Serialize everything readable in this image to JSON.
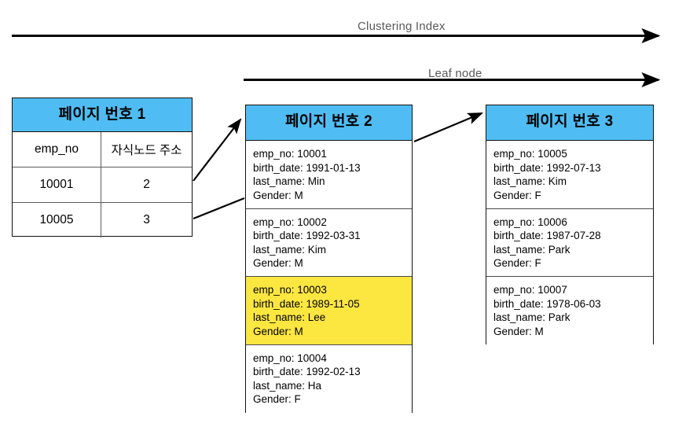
{
  "diagram": {
    "title_axes": {
      "clustering_index": "Clustering Index",
      "leaf_node": "Leaf node"
    },
    "colors": {
      "header_blue": "#4FBDF3",
      "highlight_yellow": "#FCE640",
      "axis_label_gray": "#595959",
      "arrow_black": "#000000"
    }
  },
  "page1": {
    "header": "페이지 번호 1",
    "columns": [
      "emp_no",
      "자식노드 주소"
    ],
    "rows": [
      {
        "emp_no": "10001",
        "child_node_address": "2"
      },
      {
        "emp_no": "10005",
        "child_node_address": "3"
      }
    ]
  },
  "page2": {
    "header": "페이지 번호 2",
    "records": [
      {
        "emp_no": "emp_no: 10001",
        "birth_date": "birth_date: 1991-01-13",
        "last_name": "last_name: Min",
        "gender": "Gender: M",
        "highlighted": false
      },
      {
        "emp_no": "emp_no: 10002",
        "birth_date": "birth_date: 1992-03-31",
        "last_name": "last_name: Kim",
        "gender": "Gender: M",
        "highlighted": false
      },
      {
        "emp_no": "emp_no: 10003",
        "birth_date": "birth_date: 1989-11-05",
        "last_name": "last_name: Lee",
        "gender": "Gender: M",
        "highlighted": true
      },
      {
        "emp_no": "emp_no: 10004",
        "birth_date": "birth_date: 1992-02-13",
        "last_name": "last_name: Ha",
        "gender": "Gender: F",
        "highlighted": false
      }
    ]
  },
  "page3": {
    "header": "페이지 번호 3",
    "records": [
      {
        "emp_no": "emp_no: 10005",
        "birth_date": "birth_date: 1992-07-13",
        "last_name": "last_name: Kim",
        "gender": "Gender: F",
        "highlighted": false
      },
      {
        "emp_no": "emp_no: 10006",
        "birth_date": "birth_date: 1987-07-28",
        "last_name": "last_name: Park",
        "gender": "Gender: F",
        "highlighted": false
      },
      {
        "emp_no": "emp_no: 10007",
        "birth_date": "birth_date: 1978-06-03",
        "last_name": "last_name: Park",
        "gender": "Gender: M",
        "highlighted": false
      }
    ]
  }
}
